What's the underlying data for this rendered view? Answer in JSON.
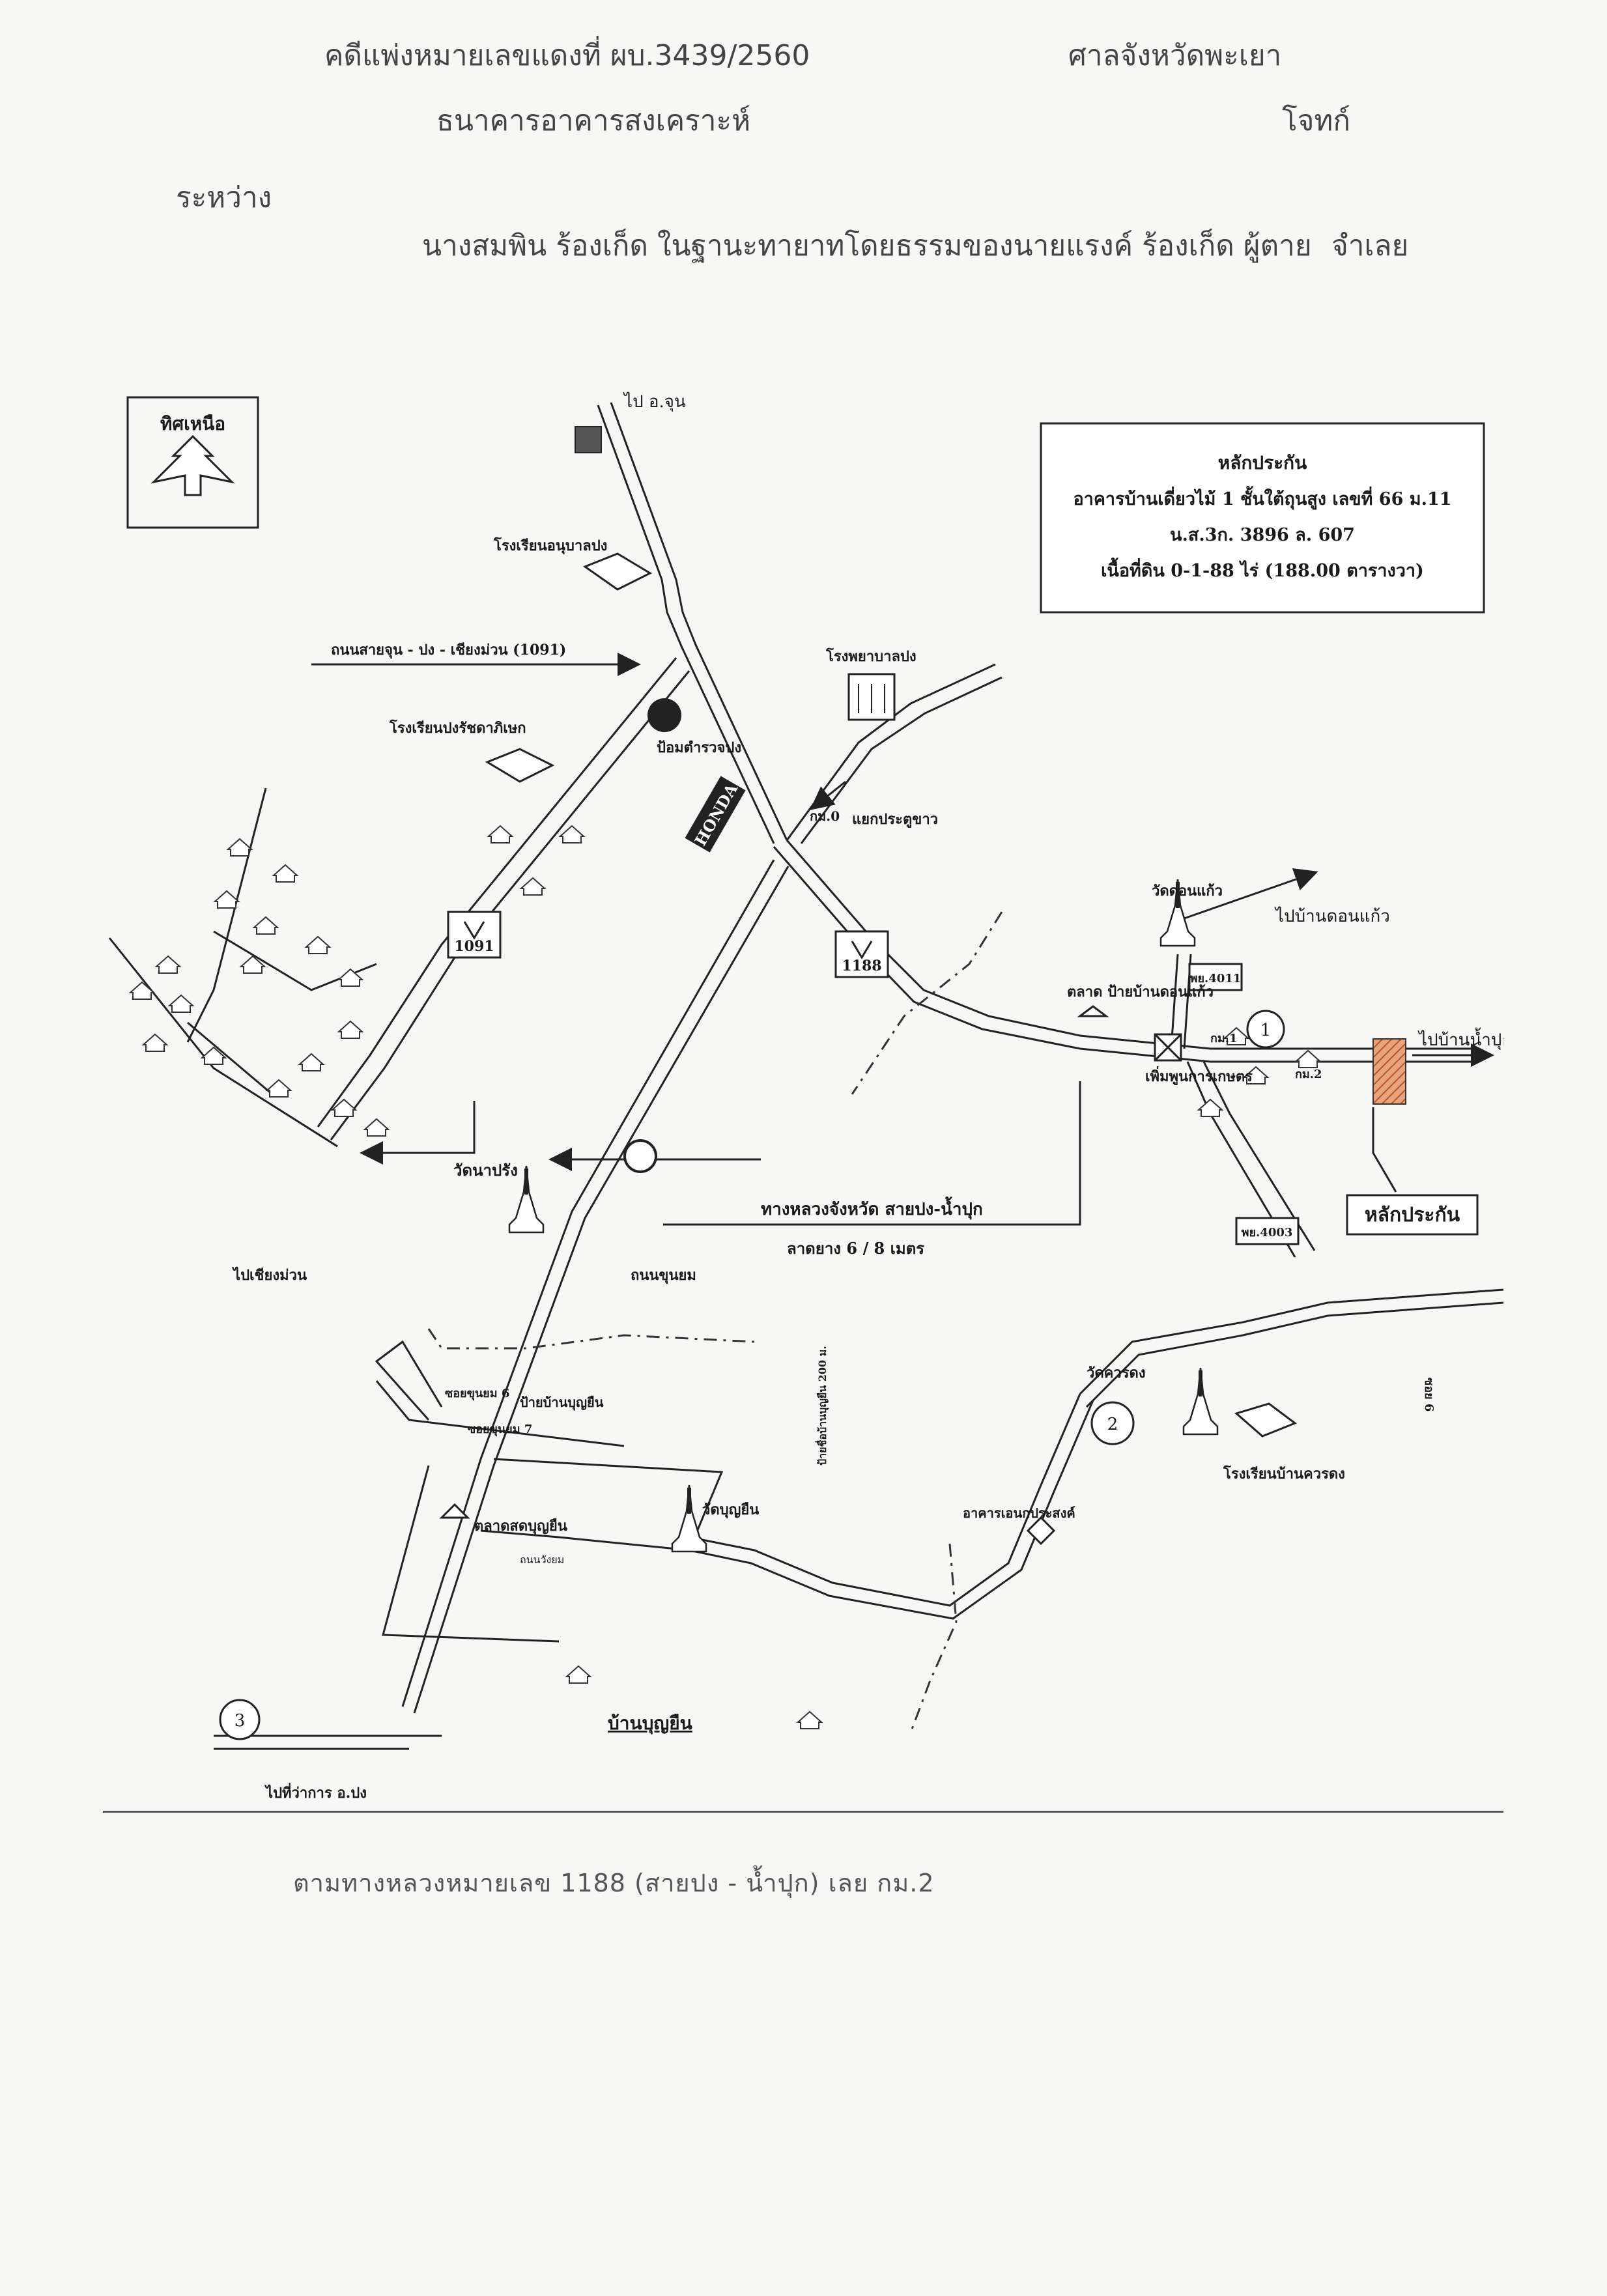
{
  "header": {
    "case_number": "คดีแพ่งหมายเลขแดงที่ ผบ.3439/2560",
    "court": "ศาลจังหวัดพะเยา",
    "plaintiff": "ธนาคารอาคารสงเคราะห์",
    "plaintiff_role": "โจทก์",
    "between": "ระหว่าง",
    "defendant": "นางสมพิน ร้องเก็ด ในฐานะทายาทโดยธรรมของนายแรงค์ ร้องเก็ด ผู้ตาย",
    "defendant_role": "จำเลย"
  },
  "map": {
    "north": "ทิศเหนือ",
    "collateral_box": {
      "title": "หลักประกัน",
      "line1": "อาคารบ้านเดี่ยวไม้ 1 ชั้นใต้ถุนสูง เลขที่ 66 ม.11",
      "line2": "น.ส.3ก. 3896 ล. 607",
      "line3": "เนื้อที่ดิน 0-1-88 ไร่ (188.00 ตารางวา)"
    },
    "labels": {
      "to_chun": "ไป อ.จุน",
      "anuban_school": "โรงเรียนอนุบาลปง",
      "road_1091_name": "ถนนสายจุน - ปง - เชียงม่วน (1091)",
      "hospital": "โรงพยาบาลปง",
      "ratchapisek_school": "โรงเรียนปงรัชดาภิเษก",
      "police": "ป้อมตำรวจปง",
      "honda": "HONDA",
      "km0": "กม.0",
      "junction": "แยกประตูขาว",
      "route_1091": "1091",
      "route_1188": "1188",
      "wat_donkaew": "วัดดอนแก้ว",
      "to_ban_donkaew": "ไปบ้านดอนแก้ว",
      "route_4011": "พย.4011",
      "market_sign": "ตลาด ป้ายบ้านดอนแก้ว",
      "km1": "กม.1",
      "to_ban_nampuk": "ไปบ้านน้ำปุก",
      "km2": "กม.2",
      "agri_coop": "เพิ่มพูนการเกษตร",
      "wat_napang": "วัดนาปรัง",
      "highway_name": "ทางหลวงจังหวัด สายปง-น้ำปุก",
      "highway_surface": "ลาดยาง 6 / 8 เมตร",
      "route_4003": "พย.4003",
      "collateral_tag": "หลักประกัน",
      "to_chiang_muan": "ไปเชียงม่วน",
      "khun_yom_road": "ถนนขุนยม",
      "wat_khuan_dong": "วัดควรดง",
      "khuan_dong_school": "โรงเรียนบ้านควรดง",
      "soi": "ซอย 6",
      "soi_khun_yom_6": "ซอยขุนยม 6",
      "soi_khun_yom_7": "ซอยขุนยม 7",
      "boonyuen_sign": "ป้ายบ้านบุญยืน",
      "wat_boonyuen": "วัดบุญยืน",
      "boonyuen_market": "ตลาดสดบุญยืน",
      "wang_road": "ถนนวังยม",
      "anek_building": "อาคารเอนกประสงค์",
      "boonyuen_sign_distance": "ป้ายชื่อบ้านบุญยืน 200 ม.",
      "ban_boonyuen": "บ้านบุญยืน",
      "to_district_office": "ไปที่ว่าการ อ.ปง",
      "marker1": "1",
      "marker2": "2",
      "marker3": "3"
    }
  },
  "footer": {
    "note": "ตามทางหลวงหมายเลข 1188 (สายปง - น้ำปุก) เลย กม.2"
  }
}
